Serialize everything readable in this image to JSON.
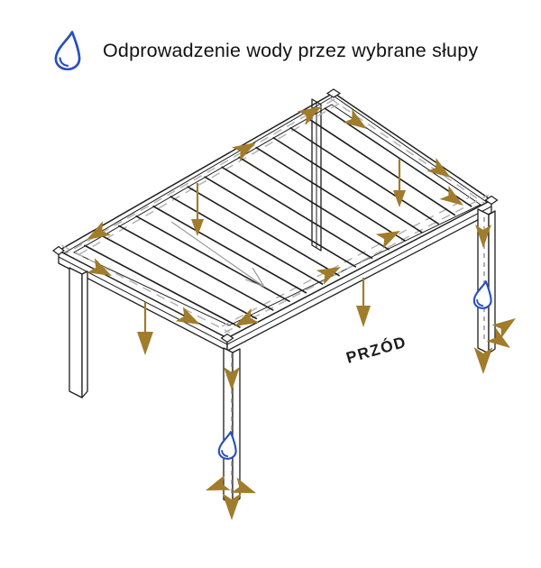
{
  "header": {
    "title": "Odprowadzenie wody przez wybrane słupy",
    "icon": "water-drop-icon"
  },
  "diagram": {
    "front_label": "PRZÓD",
    "drop_markers": [
      {
        "icon": "water-drop-icon",
        "location": "front-post"
      },
      {
        "icon": "water-drop-icon",
        "location": "right-post"
      }
    ]
  },
  "colors": {
    "background": "#ffffff",
    "line": "#1e1e1e",
    "arrow": "#a07c2b",
    "drop": "#2a50bd",
    "dash": "#b3b3b3",
    "text": "#121212"
  }
}
